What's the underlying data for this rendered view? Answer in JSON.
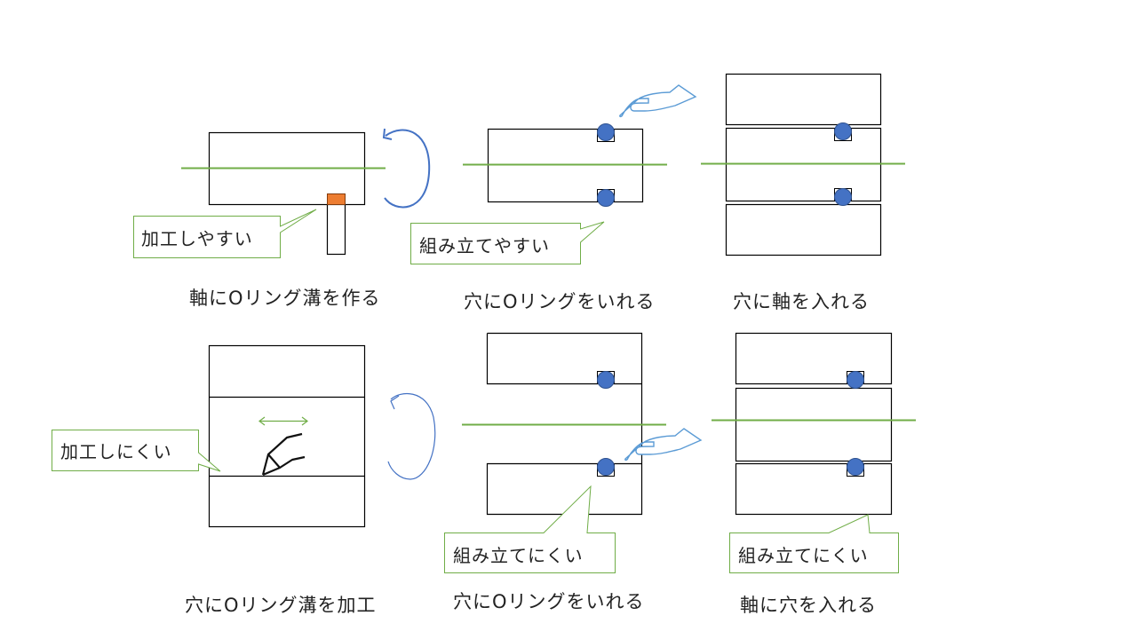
{
  "colors": {
    "outline": "#000000",
    "axis_line": "#70AD47",
    "callout_border": "#70AD47",
    "o_ring": "#4472C4",
    "rotation_arrow": "#4472C4",
    "hand_outline": "#5B9BD5",
    "groove_fill": "#ED7D31",
    "background": "#FFFFFF"
  },
  "panels": [
    {
      "id": "shaft-groove",
      "caption": "軸にOリング溝を作る",
      "callout": "加工しやすい",
      "icons": [
        "rotation-arrow-icon",
        "cutting-tool-icon"
      ]
    },
    {
      "id": "ring-into-hole-easy",
      "caption": "穴にOリングをいれる",
      "callout": "組み立てやすい",
      "icons": [
        "hand-icon"
      ]
    },
    {
      "id": "shaft-into-hole",
      "caption": "穴に軸を入れる",
      "callout": "",
      "icons": []
    },
    {
      "id": "hole-groove",
      "caption": "穴にOリング溝を加工",
      "callout": "加工しにくい",
      "icons": [
        "rotation-arrow-icon",
        "boring-tool-icon",
        "double-arrow-icon"
      ]
    },
    {
      "id": "ring-into-hole-hard",
      "caption": "穴にOリングをいれる",
      "callout": "組み立てにくい",
      "icons": [
        "hand-icon"
      ]
    },
    {
      "id": "hole-onto-shaft",
      "caption": "軸に穴を入れる",
      "callout": "組み立てにくい",
      "icons": []
    }
  ]
}
